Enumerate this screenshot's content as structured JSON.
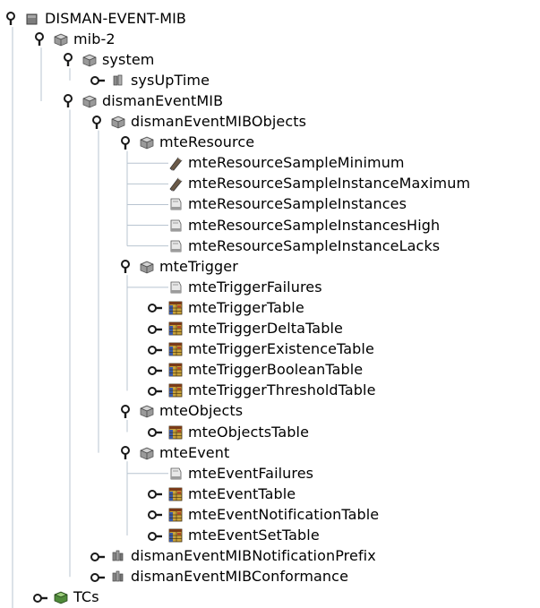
{
  "colors": {
    "guide_line": "#b8c4d0",
    "label": "#000000",
    "toggle": "#1a1a1a"
  },
  "tree": [
    {
      "label": "DISMAN-EVENT-MIB",
      "icon": "module-square-icon",
      "state": "expanded",
      "level": 0,
      "children": [
        {
          "label": "mib-2",
          "icon": "folder-node-icon",
          "state": "expanded",
          "children": [
            {
              "label": "system",
              "icon": "folder-node-icon",
              "state": "expanded",
              "children": [
                {
                  "label": "sysUpTime",
                  "icon": "leaf-object-icon",
                  "state": "collapsed",
                  "children": []
                }
              ]
            },
            {
              "label": "dismanEventMIB",
              "icon": "folder-node-icon",
              "state": "expanded",
              "children": [
                {
                  "label": "dismanEventMIBObjects",
                  "icon": "folder-node-icon",
                  "state": "expanded",
                  "children": [
                    {
                      "label": "mteResource",
                      "icon": "folder-node-icon",
                      "state": "expanded",
                      "children": [
                        {
                          "label": "mteResourceSampleMinimum",
                          "icon": "writable-scalar-icon",
                          "state": "leaf",
                          "children": []
                        },
                        {
                          "label": "mteResourceSampleInstanceMaximum",
                          "icon": "writable-scalar-icon",
                          "state": "leaf",
                          "children": []
                        },
                        {
                          "label": "mteResourceSampleInstances",
                          "icon": "readonly-scalar-icon",
                          "state": "leaf",
                          "children": []
                        },
                        {
                          "label": "mteResourceSampleInstancesHigh",
                          "icon": "readonly-scalar-icon",
                          "state": "leaf",
                          "children": []
                        },
                        {
                          "label": "mteResourceSampleInstanceLacks",
                          "icon": "readonly-scalar-icon",
                          "state": "leaf",
                          "children": []
                        }
                      ]
                    },
                    {
                      "label": "mteTrigger",
                      "icon": "folder-node-icon",
                      "state": "expanded",
                      "children": [
                        {
                          "label": "mteTriggerFailures",
                          "icon": "readonly-scalar-icon",
                          "state": "leaf",
                          "children": []
                        },
                        {
                          "label": "mteTriggerTable",
                          "icon": "table-icon",
                          "state": "collapsed",
                          "children": []
                        },
                        {
                          "label": "mteTriggerDeltaTable",
                          "icon": "table-icon",
                          "state": "collapsed",
                          "children": []
                        },
                        {
                          "label": "mteTriggerExistenceTable",
                          "icon": "table-icon",
                          "state": "collapsed",
                          "children": []
                        },
                        {
                          "label": "mteTriggerBooleanTable",
                          "icon": "table-icon",
                          "state": "collapsed",
                          "children": []
                        },
                        {
                          "label": "mteTriggerThresholdTable",
                          "icon": "table-icon",
                          "state": "collapsed",
                          "children": []
                        }
                      ]
                    },
                    {
                      "label": "mteObjects",
                      "icon": "folder-node-icon",
                      "state": "expanded",
                      "children": [
                        {
                          "label": "mteObjectsTable",
                          "icon": "table-icon",
                          "state": "collapsed",
                          "children": []
                        }
                      ]
                    },
                    {
                      "label": "mteEvent",
                      "icon": "folder-node-icon",
                      "state": "expanded",
                      "children": [
                        {
                          "label": "mteEventFailures",
                          "icon": "readonly-scalar-icon",
                          "state": "leaf",
                          "children": []
                        },
                        {
                          "label": "mteEventTable",
                          "icon": "table-icon",
                          "state": "collapsed",
                          "children": []
                        },
                        {
                          "label": "mteEventNotificationTable",
                          "icon": "table-icon",
                          "state": "collapsed",
                          "children": []
                        },
                        {
                          "label": "mteEventSetTable",
                          "icon": "table-icon",
                          "state": "collapsed",
                          "children": []
                        }
                      ]
                    }
                  ]
                },
                {
                  "label": "dismanEventMIBNotificationPrefix",
                  "icon": "group-node-icon",
                  "state": "collapsed",
                  "children": []
                },
                {
                  "label": "dismanEventMIBConformance",
                  "icon": "group-node-icon",
                  "state": "collapsed",
                  "children": []
                }
              ]
            }
          ]
        },
        {
          "label": "TCs",
          "icon": "textual-conventions-icon",
          "state": "collapsed",
          "children": []
        }
      ]
    }
  ]
}
